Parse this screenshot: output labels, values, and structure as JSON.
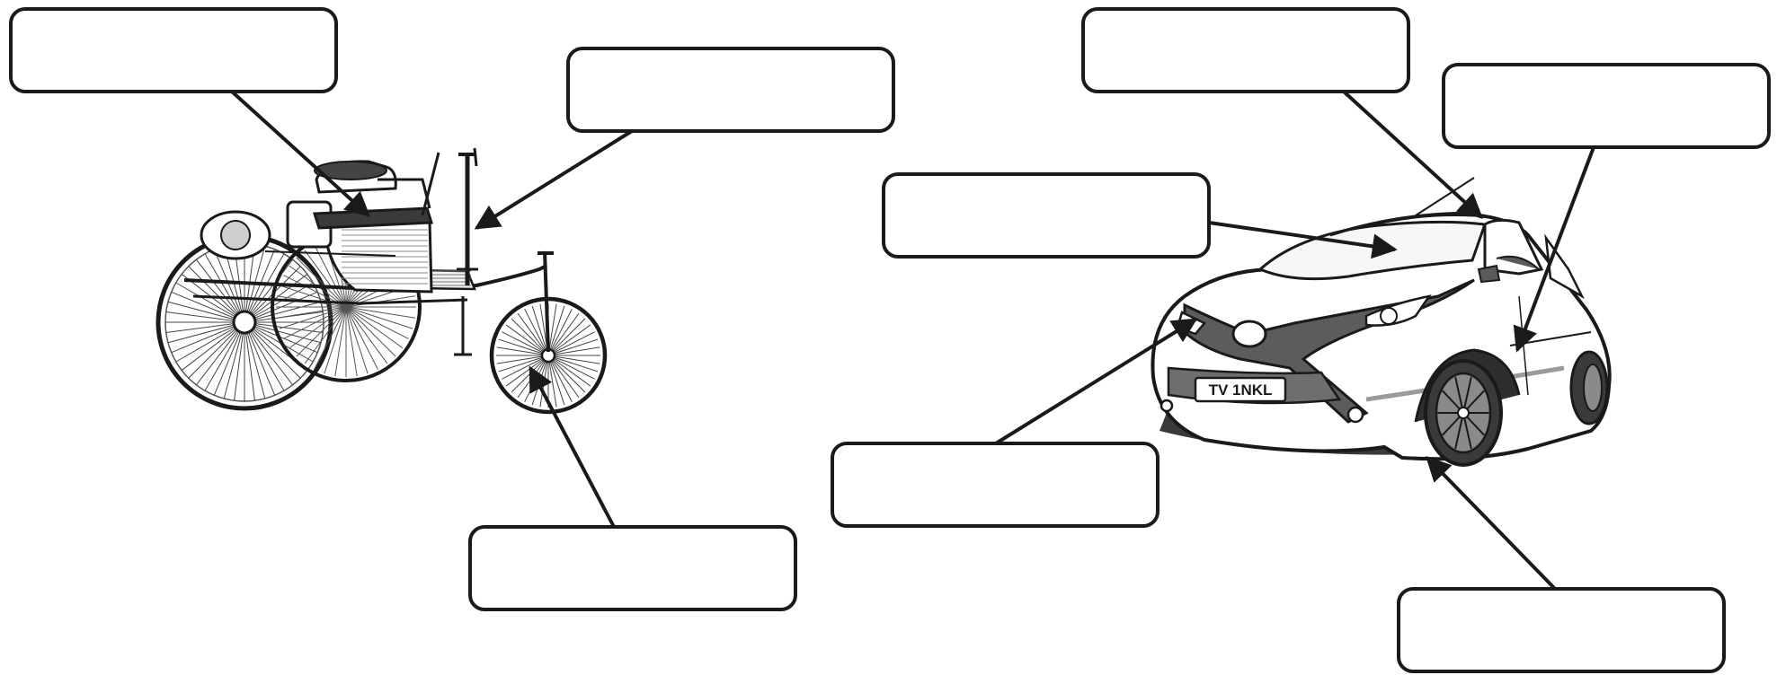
{
  "worksheet": {
    "old_car": {
      "label_boxes": [
        {
          "id": "old-seat",
          "text": ""
        },
        {
          "id": "old-steering",
          "text": ""
        },
        {
          "id": "old-wheel",
          "text": ""
        }
      ]
    },
    "modern_car": {
      "plate": "TV 1NKL",
      "label_boxes": [
        {
          "id": "new-roof",
          "text": ""
        },
        {
          "id": "new-windscreen",
          "text": ""
        },
        {
          "id": "new-door",
          "text": ""
        },
        {
          "id": "new-headlight",
          "text": ""
        },
        {
          "id": "new-wheel",
          "text": ""
        }
      ]
    },
    "colors": {
      "ink": "#1a1a1a",
      "box_fill": "#ffffff",
      "car_shade": "#6e6e6e",
      "car_dark": "#3a3a3a"
    }
  }
}
